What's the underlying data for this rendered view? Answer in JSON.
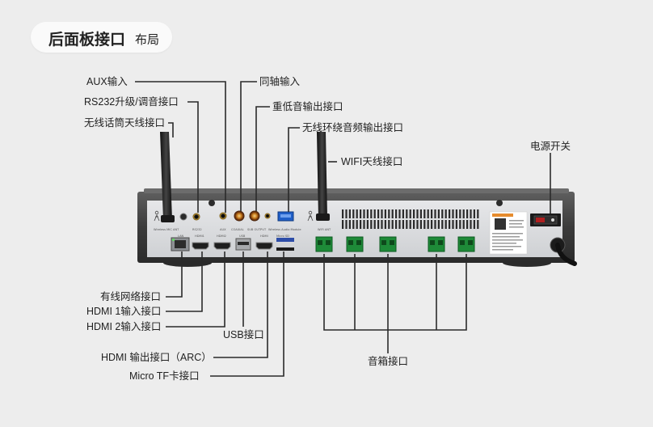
{
  "header": {
    "title": "后面板接口",
    "subtitle": "布局"
  },
  "labels": {
    "aux": "AUX输入",
    "rs232": "RS232升级/调音接口",
    "wireless_mic": "无线话筒天线接口",
    "coaxial": "同轴输入",
    "subwoofer": "重低音输出接口",
    "wireless_surround": "无线环绕音频输出接口",
    "wifi": "WIFI天线接口",
    "power": "电源开关",
    "lan": "有线网络接口",
    "hdmi1": "HDMI 1输入接口",
    "hdmi2": "HDMI 2输入接口",
    "usb": "USB接口",
    "hdmi_out": "HDMI 输出接口（ARC）",
    "micro_tf": "Micro TF卡接口",
    "speaker": "音箱接口"
  },
  "panel_text": {
    "wireless_mic_ant": "Wireless MIC ANT",
    "rs232": "RS232",
    "aux": "AUX",
    "coaxial": "COAXIAL",
    "sub_out": "SUB OUTPUT",
    "wireless_audio": "Wireless Audio Module",
    "wifi_ant": "WIFI ANT",
    "lan": "LAN",
    "hdmi_in1": "HDMI1",
    "hdmi_in2": "HDMI2",
    "usb": "USB",
    "hdmi_out": "HDMI",
    "micro_sd": "Micro SD"
  }
}
